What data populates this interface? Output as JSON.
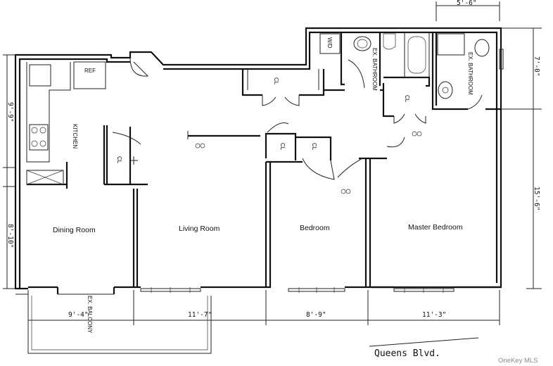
{
  "rooms": {
    "dining_room": "Dining Room",
    "living_room": "Living Room",
    "bedroom": "Bedroom",
    "master_bedroom": "Master Bedroom",
    "kitchen": "KITCHEN",
    "balcony": "EX. BALCONY",
    "bathroom_left": "EX. BATHROOM",
    "bathroom_right": "EX. BATHROOM"
  },
  "fixtures": {
    "ref": "REF",
    "washer_dryer": "W/D",
    "closet": "CL"
  },
  "dimensions": {
    "top": "5'-6\"",
    "right_upper": "7'-0\"",
    "right_lower": "15'-6\"",
    "left_upper": "9'-9\"",
    "left_lower": "8'-10\"",
    "bottom_dining": "9'-4\"",
    "bottom_living": "11'-7\"",
    "bottom_bedroom": "8'-9\"",
    "bottom_master": "11'-3\""
  },
  "street_name": "Queens Blvd.",
  "watermark": "OneKey MLS"
}
